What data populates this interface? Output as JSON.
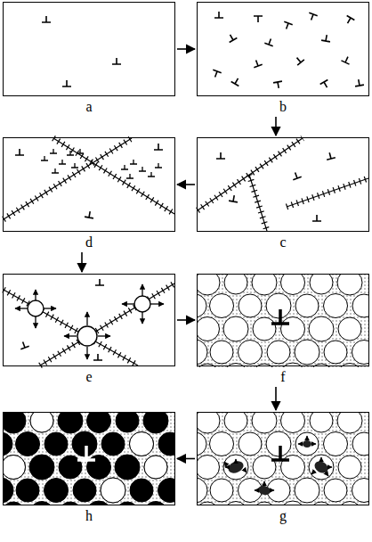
{
  "diagram": {
    "nodes": [
      {
        "text": [
          "a"
        ]
      },
      {
        "text": [
          "b"
        ]
      },
      {
        "text": [
          "c"
        ]
      },
      {
        "text": [
          "d"
        ]
      },
      {
        "text": [
          "e"
        ]
      },
      {
        "text": [
          "f"
        ]
      },
      {
        "text": [
          "g"
        ]
      },
      {
        "text": [
          "h"
        ]
      }
    ],
    "edges": [
      {
        "from": 0,
        "to": 1,
        "arrow": "to"
      },
      {
        "from": 1,
        "to": 2,
        "arrow": "to"
      },
      {
        "from": 2,
        "to": 3,
        "arrow": "to"
      },
      {
        "from": 3,
        "to": 4,
        "arrow": "to"
      },
      {
        "from": 4,
        "to": 5,
        "arrow": "to"
      },
      {
        "from": 5,
        "to": 6,
        "arrow": "to"
      },
      {
        "from": 6,
        "to": 7,
        "arrow": "to"
      }
    ]
  }
}
